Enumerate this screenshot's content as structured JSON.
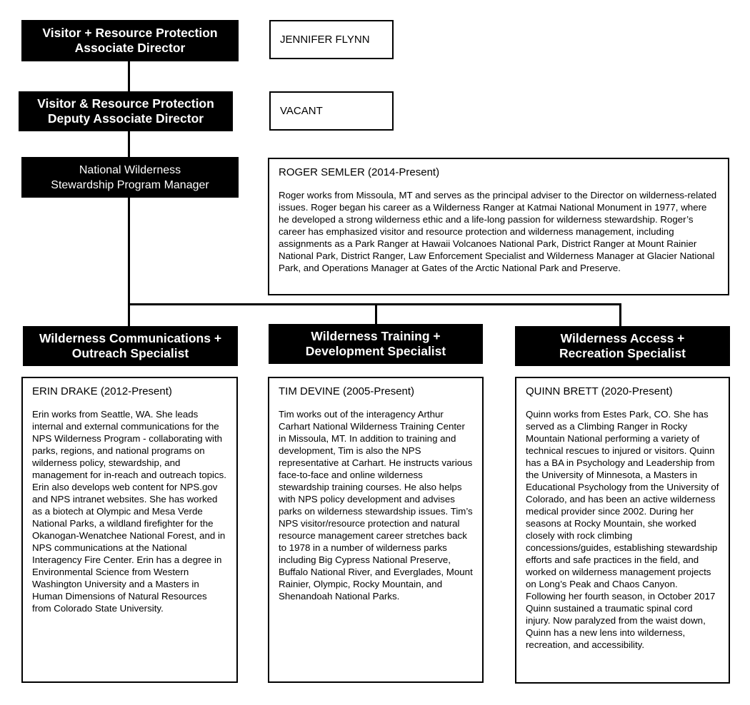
{
  "top": {
    "associate_director": {
      "title_line1": "Visitor + Resource Protection",
      "title_line2": "Associate Director",
      "name": "JENNIFER FLYNN"
    },
    "deputy": {
      "title_line1": "Visitor & Resource Protection",
      "title_line2": "Deputy Associate Director",
      "name": "VACANT"
    },
    "manager": {
      "title_line1": "National Wilderness",
      "title_line2": "Stewardship Program Manager",
      "name": "ROGER SEMLER (2014-Present)",
      "bio": "Roger works from Missoula, MT and serves as the principal adviser to the Director on wilderness-related issues. Roger began his career as a Wilderness Ranger at Katmai National Monument in 1977, where he developed a strong wilderness ethic and a life-long passion for wilderness stewardship. Roger’s career has emphasized visitor and resource protection and wilderness management, including assignments as a Park Ranger at Hawaii Volcanoes National Park, District Ranger at Mount Rainier National Park, District Ranger, Law Enforcement Specialist and Wilderness Manager at Glacier National Park, and Operations Manager at Gates of the Arctic National Park and Preserve."
    }
  },
  "specialists": [
    {
      "title_line1": "Wilderness Communications +",
      "title_line2": "Outreach Specialist",
      "name": "ERIN DRAKE (2012-Present)",
      "bio": "Erin works from Seattle, WA. She leads internal and external communications for the NPS Wilderness Program - collaborating with parks, regions, and national programs on wilderness policy, stewardship, and management for in-reach and outreach topics. Erin also develops web content for NPS.gov and NPS intranet websites. She has worked as a biotech at Olympic and Mesa Verde National Parks, a wildland firefighter for the Okanogan-Wenatchee National Forest, and in NPS communications at the National Interagency Fire Center. Erin has a degree in Environmental Science from Western Washington University and a Masters in Human Dimensions of Natural Resources from Colorado State University."
    },
    {
      "title_line1": "Wilderness Training +",
      "title_line2": "Development Specialist",
      "name": "TIM DEVINE (2005-Present)",
      "bio": "Tim works out of the interagency Arthur Carhart National Wilderness Training Center in Missoula, MT. In addition to training and development, Tim is also the NPS representative at Carhart. He instructs various face-to-face and online wilderness stewardship training courses. He also helps with NPS policy development and advises parks on wilderness stewardship issues. Tim’s NPS visitor/resource protection and natural resource management career stretches back to 1978 in a number of wilderness parks including Big Cypress National Preserve, Buffalo National River, and Everglades, Mount Rainier, Olympic, Rocky Mountain, and Shenandoah National Parks."
    },
    {
      "title_line1": "Wilderness Access +",
      "title_line2": "Recreation Specialist",
      "name": "QUINN BRETT (2020-Present)",
      "bio": "Quinn works from Estes Park, CO. She has served as a Climbing Ranger in Rocky Mountain National performing a variety of technical rescues to injured or visitors. Quinn has a BA in Psychology and Leadership from the University of Minnesota, a Masters in Educational Psychology from the University of Colorado, and has been an active wilderness medical provider since 2002. During her seasons at Rocky Mountain, she worked closely with rock climbing concessions/guides, establishing stewardship efforts and safe practices in the field, and worked on wilderness management projects on Long’s Peak and Chaos Canyon. Following her fourth season, in October 2017 Quinn sustained a traumatic spinal cord injury. Now paralyzed from the waist down, Quinn has a new lens into wilderness, recreation, and accessibility."
    }
  ]
}
